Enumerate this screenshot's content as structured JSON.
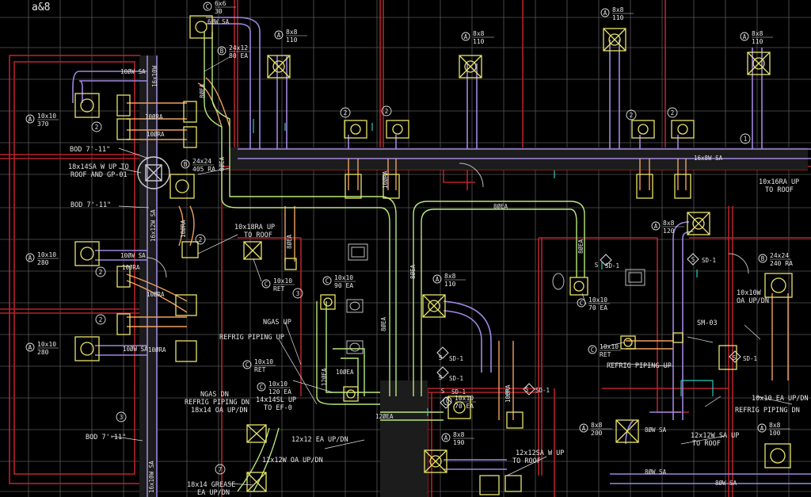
{
  "corner_text": "a&8",
  "colors": {
    "background": "#000000",
    "grid": "#5a5a5a",
    "walls": "#b8232a",
    "supply_duct": "#9f86e0",
    "return_duct": "#f0a060",
    "exhaust_duct": "#b7e87a",
    "diffuser": "#e9e36a",
    "text": "#e6e6e6"
  },
  "tags": [
    {
      "letter": "A",
      "size": "10x10",
      "cfm": "370"
    },
    {
      "letter": "A",
      "size": "10x10",
      "cfm": "280"
    },
    {
      "letter": "A",
      "size": "10x10",
      "cfm": "280"
    },
    {
      "letter": "A",
      "size": "8x8",
      "cfm": "110"
    },
    {
      "letter": "A",
      "size": "8x8",
      "cfm": "110"
    },
    {
      "letter": "A",
      "size": "8x8",
      "cfm": "110"
    },
    {
      "letter": "A",
      "size": "8x8",
      "cfm": "110"
    },
    {
      "letter": "A",
      "size": "8x8",
      "cfm": "110"
    },
    {
      "letter": "A",
      "size": "8x8",
      "cfm": "120"
    },
    {
      "letter": "A",
      "size": "8x8",
      "cfm": "200"
    },
    {
      "letter": "A",
      "size": "8x8",
      "cfm": "190"
    },
    {
      "letter": "A",
      "size": "8x8",
      "cfm": "100"
    },
    {
      "letter": "B",
      "size": "24x12",
      "cfm": "80 EA"
    },
    {
      "letter": "B",
      "size": "24x24",
      "cfm": "405 RA"
    },
    {
      "letter": "B",
      "size": "24x24",
      "cfm": "240 RA"
    },
    {
      "letter": "C",
      "size": "10x10",
      "cfm": "RET"
    },
    {
      "letter": "C",
      "size": "10x10",
      "cfm": "90 EA"
    },
    {
      "letter": "C",
      "size": "10x10",
      "cfm": "70 EA"
    },
    {
      "letter": "C",
      "size": "10x10",
      "cfm": "RET"
    },
    {
      "letter": "C",
      "size": "10x10",
      "cfm": "RET"
    },
    {
      "letter": "C",
      "size": "10x10",
      "cfm": "120 EA"
    },
    {
      "letter": "C",
      "size": "10x10",
      "cfm": "70 EA"
    },
    {
      "letter": "C",
      "size": "6x6",
      "cfm": "30"
    }
  ],
  "duct_labels": [
    "6ØW SA",
    "16x10W",
    "10ØW SA",
    "10ØRA",
    "10ØRA",
    "8ØEA",
    "8ØEA",
    "8ØEA",
    "16x12W SA",
    "10ØRA",
    "10ØRA",
    "10ØRA",
    "10ØW SA",
    "10ØW SA",
    "10ØRA",
    "16x8W SA",
    "8ØEA",
    "10ØRA",
    "8ØEA",
    "8ØEA",
    "10ØRA",
    "12ØEA",
    "12ØEA",
    "8ØW SA",
    "8ØW SA",
    "8ØW SA",
    "16x10W SA",
    "10ØEA",
    "8ØEA"
  ],
  "notes": [
    "BOD 7'-11\"",
    "18x14SA W UP TO",
    "ROOF AND GP-01",
    "BOD 7'-11\"",
    "10x18RA UP",
    "TO ROOF",
    "NGAS UP",
    "REFRIG PIPING UP",
    "NGAS DN",
    "REFRIG PIPING DN",
    "18x14 OA UP/DN",
    "14x14SL UP",
    "TO EF-0",
    "12x12 EA UP/DN",
    "12x12W OA UP/DN",
    "18x14 GREASE",
    "EA UP/DN",
    "BOD 7'-11\"",
    "10x16RA UP",
    "TO ROOF",
    "10x10W",
    "OA UP/DN",
    "SM-03",
    "REFRIG PIPING UP",
    "10x10 EA UP/DN",
    "REFRIG PIPING DN",
    "12x12W SA UP",
    "TO ROOF",
    "12x12SA W UP",
    "TO ROOF"
  ],
  "smoke_dampers": [
    "SD-1",
    "SD-1",
    "SD-1",
    "SD-1",
    "SD-1",
    "SD-1",
    "SD-1"
  ],
  "sheet_notes": [
    "1",
    "2",
    "2",
    "2",
    "2",
    "2",
    "2",
    "2",
    "2",
    "3",
    "3",
    "7"
  ]
}
